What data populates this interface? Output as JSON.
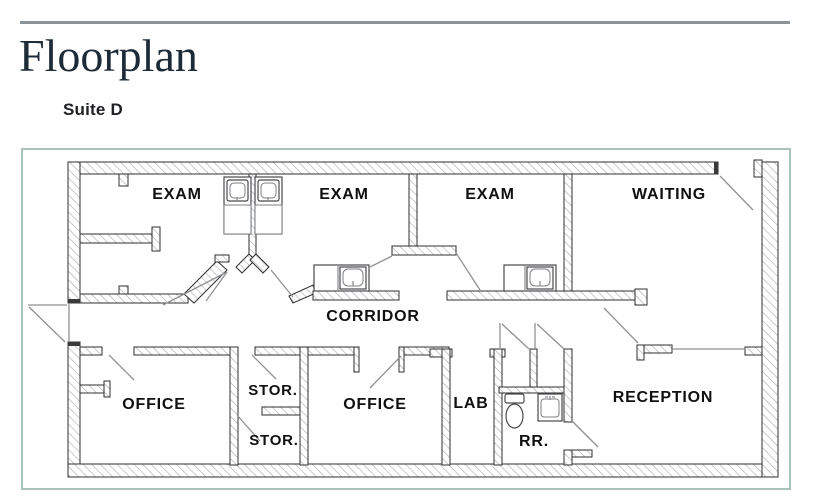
{
  "header": {
    "title": "Floorplan",
    "subtitle": "Suite D"
  },
  "floorplan": {
    "rooms": {
      "exam1": "EXAM",
      "exam2": "EXAM",
      "exam3": "EXAM",
      "waiting": "WAITING",
      "corridor": "CORRIDOR",
      "office1": "OFFICE",
      "stor1": "STOR.",
      "stor2": "STOR.",
      "office2": "OFFICE",
      "lab": "LAB",
      "restroom": "RR.",
      "reception": "RECEPTION"
    },
    "colors": {
      "panel_border": "#a9c2ba",
      "header_rule": "#8d9296",
      "title_text": "#1d2b38",
      "wall_outline": "#2f2f2f",
      "wall_hatch": "#a7a9ab",
      "label_text": "#101010"
    }
  }
}
